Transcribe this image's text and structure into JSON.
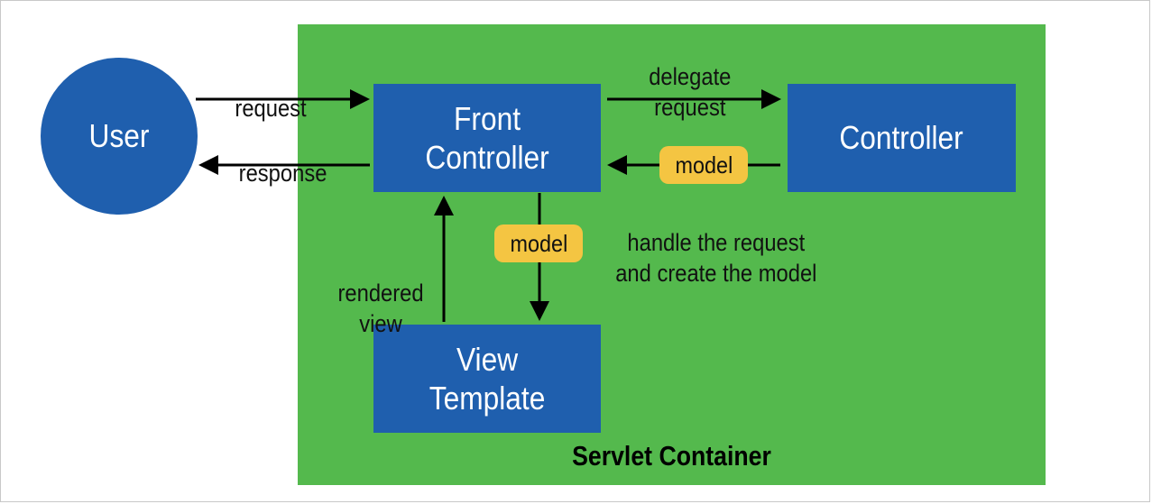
{
  "nodes": {
    "user": "User",
    "front_controller": "Front\nController",
    "controller": "Controller",
    "view_template": "View\nTemplate"
  },
  "container_label": "Servlet Container",
  "edge_labels": {
    "request": "request",
    "response": "response",
    "delegate_request": "delegate\nrequest",
    "model_return": "model",
    "handle": "handle the request\nand create the model",
    "model_down": "model",
    "rendered_view": "rendered\nview"
  },
  "colors": {
    "container": "#54b94d",
    "box": "#1f5fae",
    "pill": "#f4c542"
  }
}
